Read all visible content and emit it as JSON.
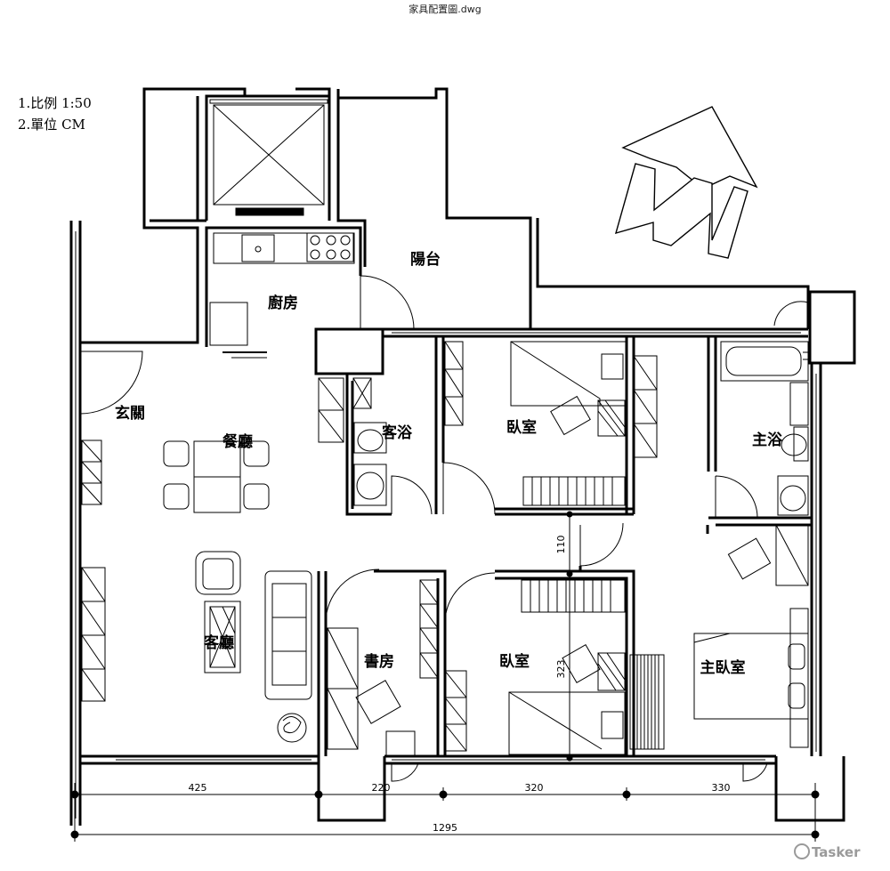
{
  "document": {
    "title": "家具配置圖.dwg",
    "notes": [
      "1.比例 1:50",
      "2.單位 CM"
    ]
  },
  "rooms": {
    "balcony": "陽台",
    "kitchen": "廚房",
    "entrance": "玄關",
    "dining": "餐廳",
    "living": "客廳",
    "guest_bath": "客浴",
    "bedroom_north": "臥室",
    "master_bath": "主浴",
    "study": "書房",
    "bedroom_south": "臥室",
    "master_bedroom": "主臥室"
  },
  "dimensions": {
    "segments": [
      "425",
      "220",
      "320",
      "330"
    ],
    "total": "1295",
    "corridor_width": "110",
    "bedroom_depth": "323"
  },
  "watermark": "Tasker"
}
